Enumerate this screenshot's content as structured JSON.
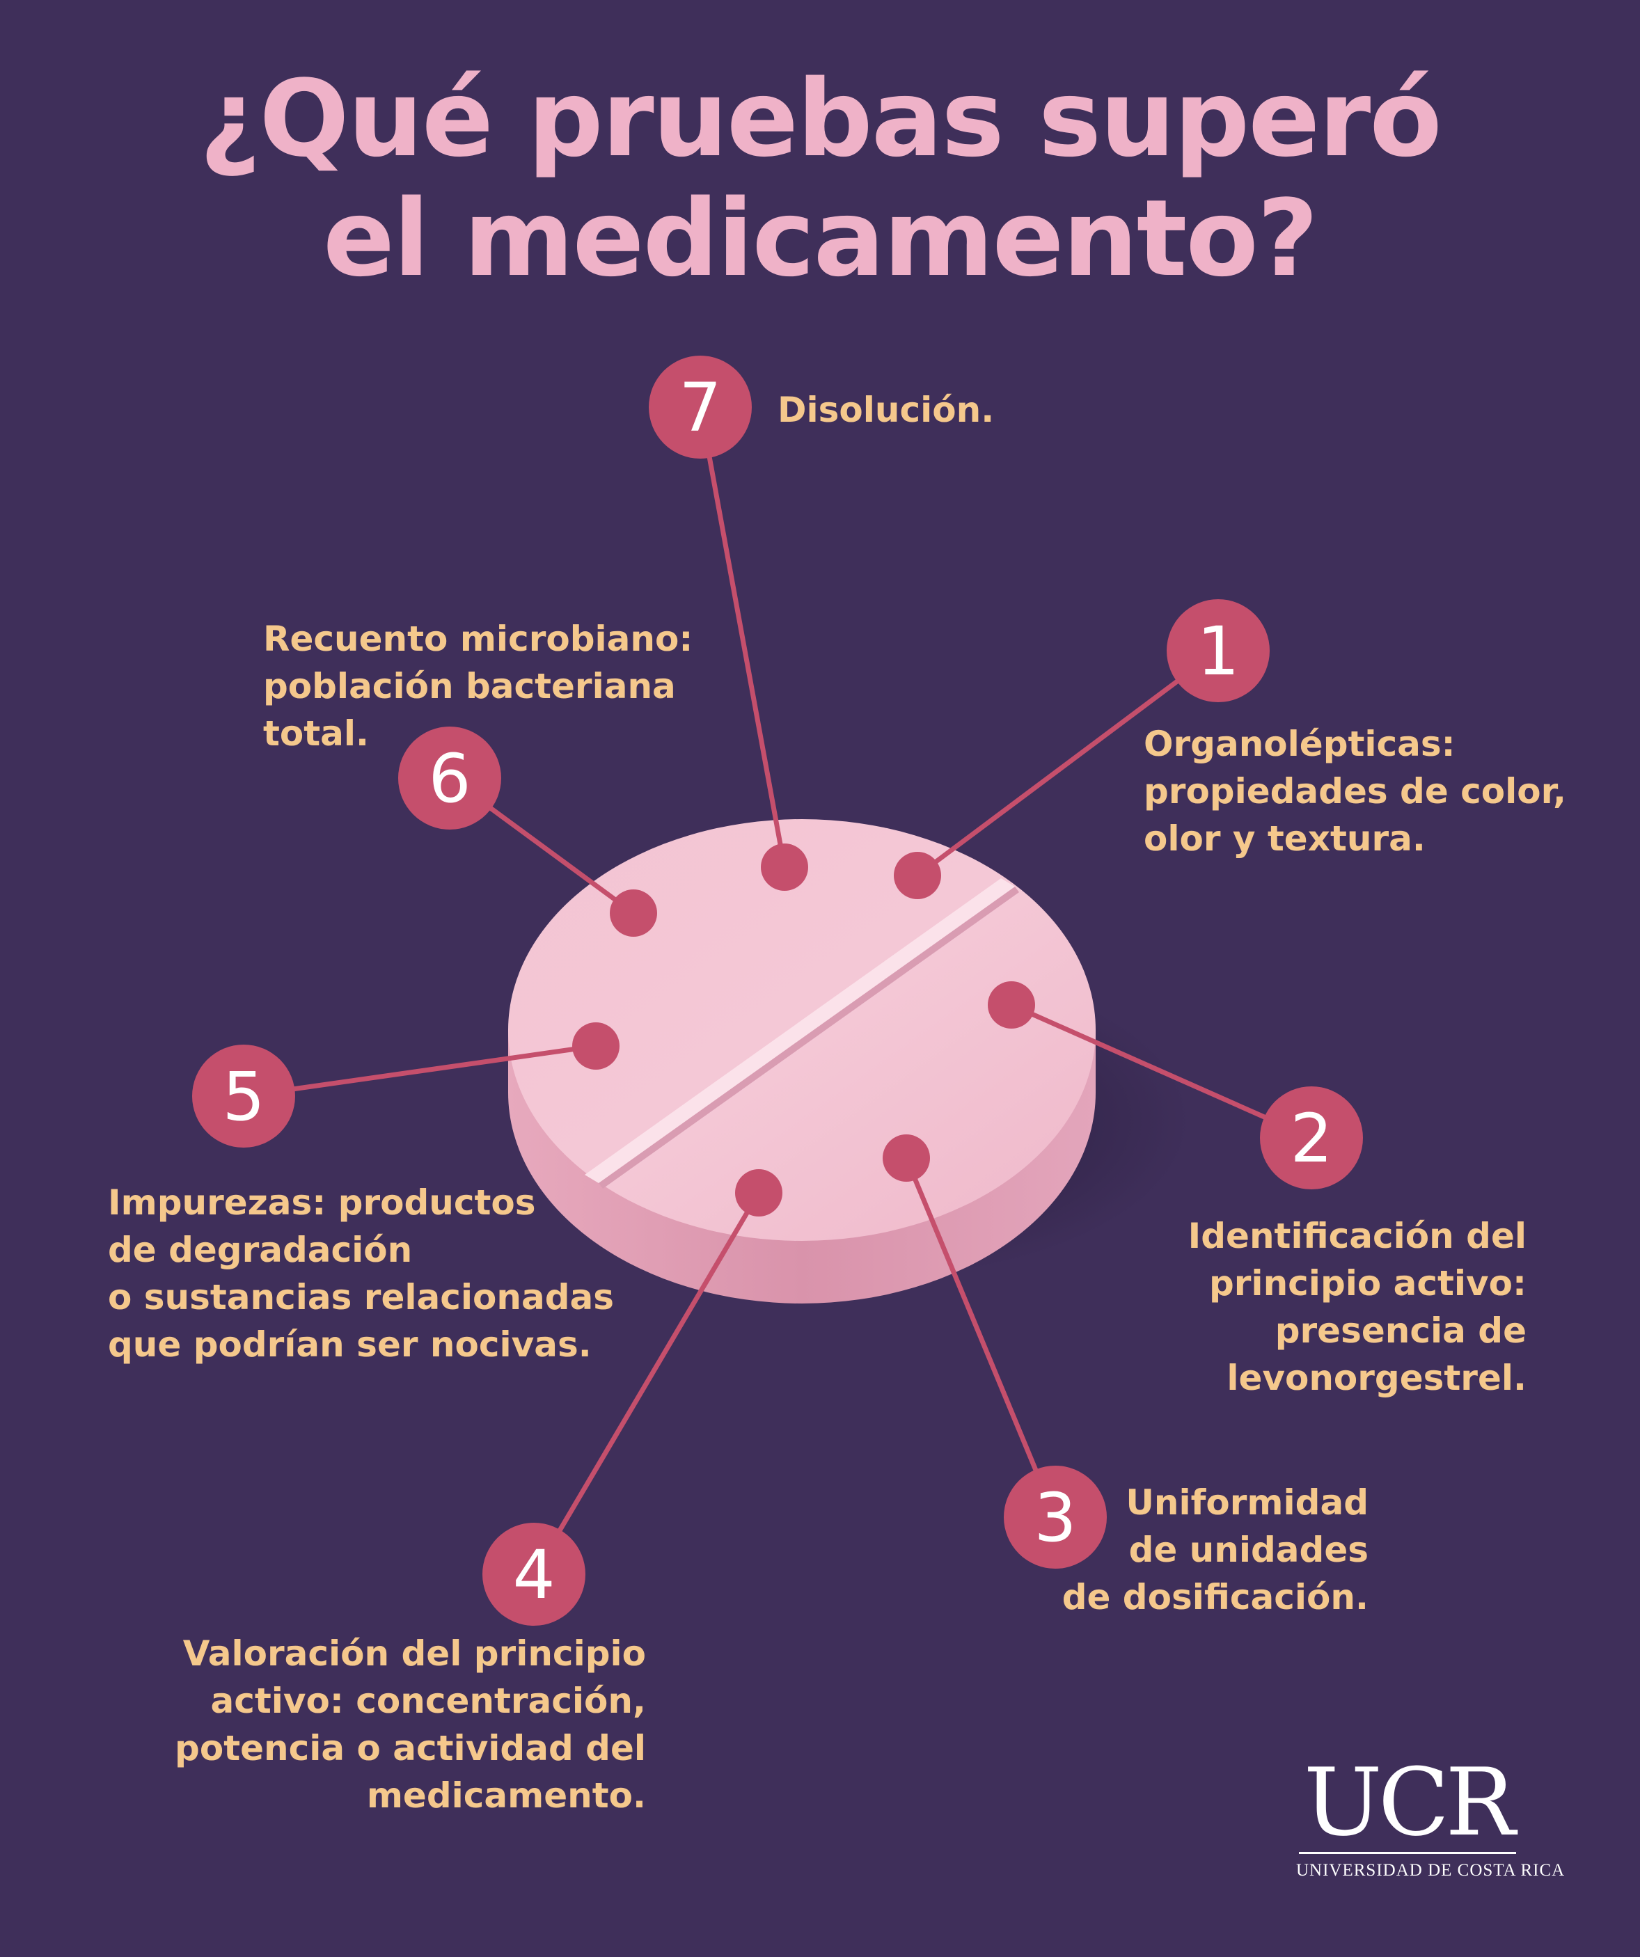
{
  "title": {
    "line1": "¿Qué pruebas superó",
    "line2": "el medicamento?"
  },
  "colors": {
    "background": "#3f2f5a",
    "title": "#efb2c8",
    "label": "#f5c88c",
    "marker": "#c54f6c",
    "pill": "#f0bccd"
  },
  "tests": [
    {
      "number": "1",
      "lines": [
        "Organolépticas:",
        "propiedades de color,",
        "olor y textura."
      ]
    },
    {
      "number": "2",
      "lines": [
        "Identificación del",
        "principio activo:",
        "presencia de",
        "levonorgestrel."
      ]
    },
    {
      "number": "3",
      "lines": [
        "Uniformidad",
        "de unidades",
        "de dosificación."
      ]
    },
    {
      "number": "4",
      "lines": [
        "Valoración del principio",
        "activo: concentración,",
        "potencia o actividad del",
        "medicamento."
      ]
    },
    {
      "number": "5",
      "lines": [
        "Impurezas: productos",
        "de degradación",
        "o sustancias relacionadas",
        "que podrían ser nocivas."
      ]
    },
    {
      "number": "6",
      "lines": [
        "Recuento microbiano:",
        "población bacteriana",
        "total."
      ]
    },
    {
      "number": "7",
      "lines": [
        "Disolución."
      ]
    }
  ],
  "logo": {
    "mark": "UCR",
    "subtitle": "UNIVERSIDAD DE COSTA RICA"
  }
}
